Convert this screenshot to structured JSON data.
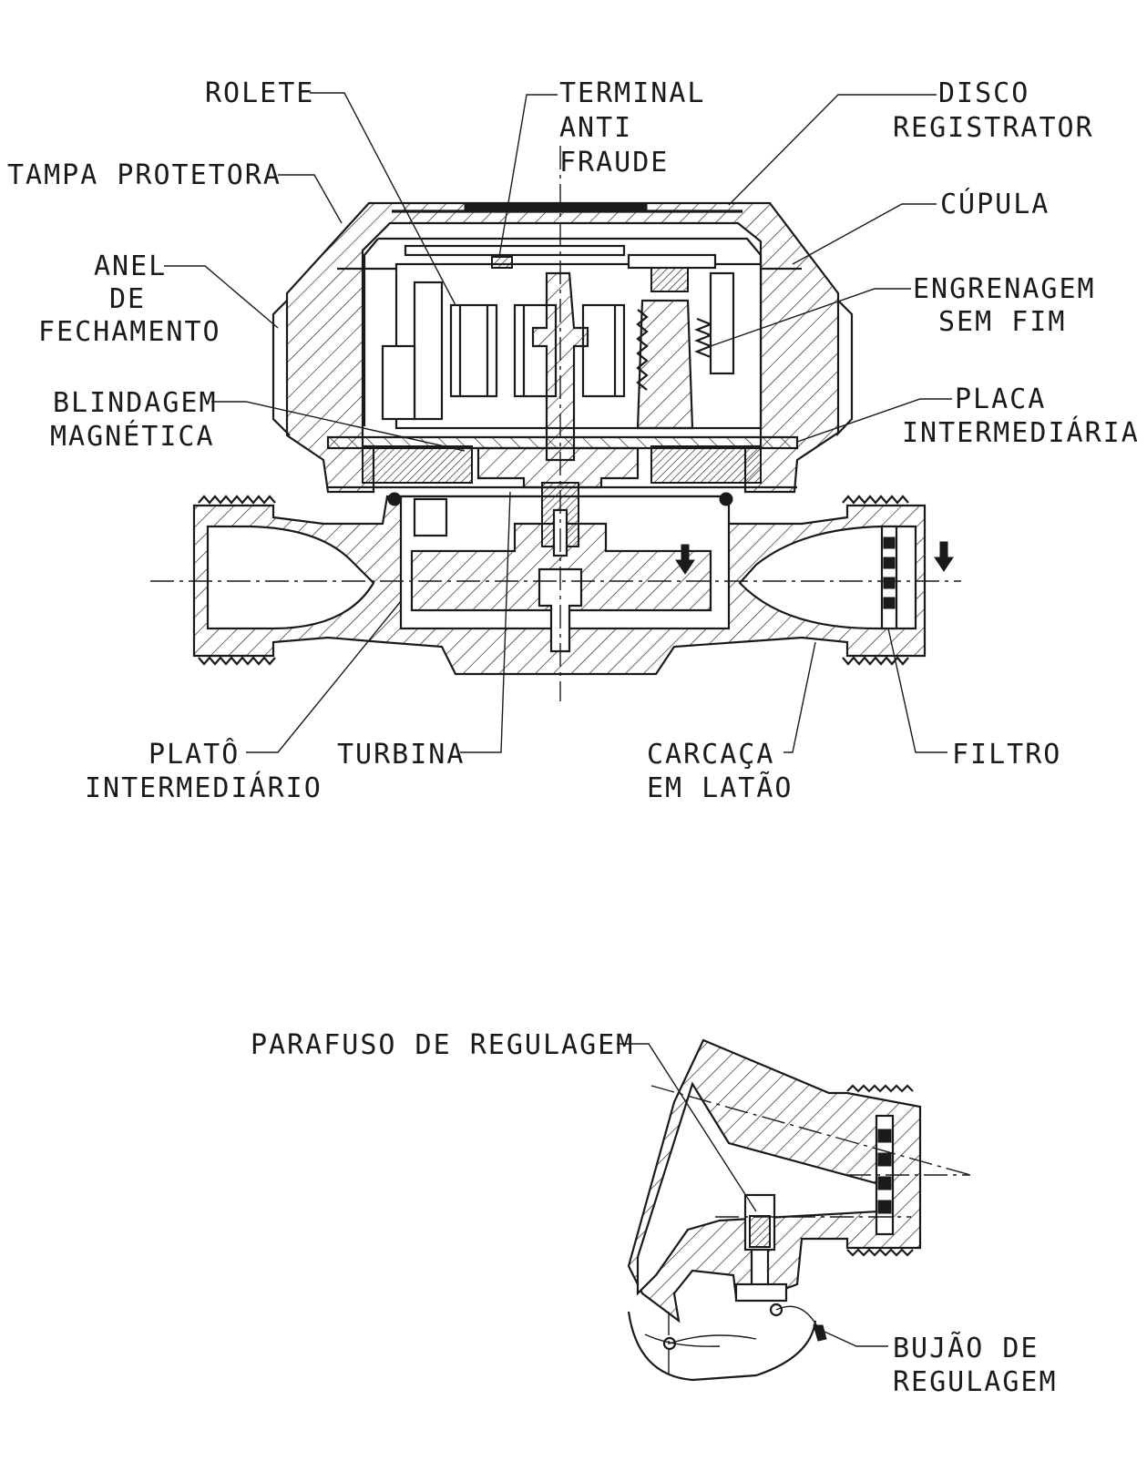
{
  "labels": {
    "rolete": "ROLETE",
    "terminal_anti_fraude": [
      "TERMINAL",
      "ANTI",
      "FRAUDE"
    ],
    "disco_registrator": [
      "DISCO",
      "REGISTRATOR"
    ],
    "tampa_protetora": "TAMPA PROTETORA",
    "cupula": "CÚPULA",
    "anel_de_fechamento": [
      "ANEL",
      "DE",
      "FECHAMENTO"
    ],
    "engrenagem_sem_fim": [
      "ENGRENAGEM",
      "SEM FIM"
    ],
    "blindagem_magnetica": [
      "BLINDAGEM",
      "MAGNÉTICA"
    ],
    "placa_intermediaria": [
      "PLACA",
      "INTERMEDIÁRIA"
    ],
    "plato_intermediario": [
      "PLATÔ",
      "INTERMEDIÁRIO"
    ],
    "turbina": "TURBINA",
    "carcaca_em_latao": [
      "CARCAÇA",
      "EM LATÃO"
    ],
    "filtro": "FILTRO",
    "parafuso_de_regulagem": "PARAFUSO DE REGULAGEM",
    "bujao_de_regulagem": [
      "BUJÃO DE",
      "REGULAGEM"
    ]
  },
  "figures": {
    "main_section": {
      "icon": "water-meter-cross-section-drawing"
    },
    "detail_section": {
      "icon": "regulating-screw-detail-drawing"
    }
  },
  "colors": {
    "ink": "#1a1a1a",
    "paper": "#ffffff"
  }
}
